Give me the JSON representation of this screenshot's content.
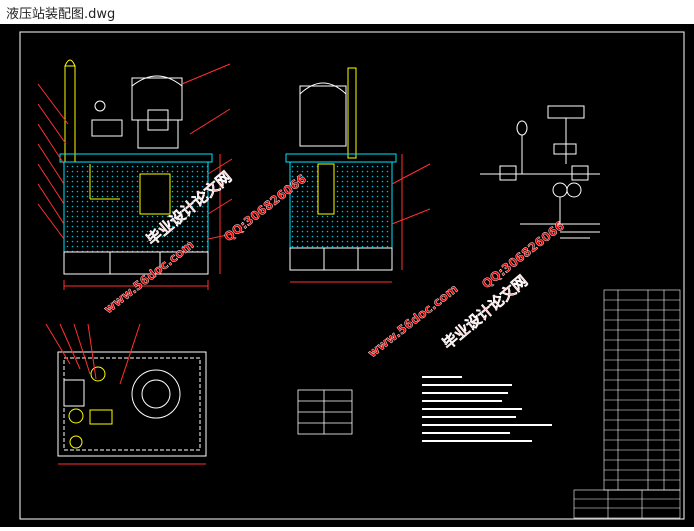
{
  "window": {
    "title": "液压站装配图.dwg"
  },
  "watermarks": {
    "site_url": "www.56doc.com",
    "qq": "QQ:306826066",
    "brand": "毕业设计论文网"
  },
  "colors": {
    "background": "#000000",
    "frame": "#ffffff",
    "outline": "#ffffff",
    "dimension": "#ff3030",
    "leader": "#ff3030",
    "hydraulic": "#00e5ff",
    "hatch": "#00bcd4",
    "pipe": "#ffff00",
    "watermark": "#e00000"
  }
}
